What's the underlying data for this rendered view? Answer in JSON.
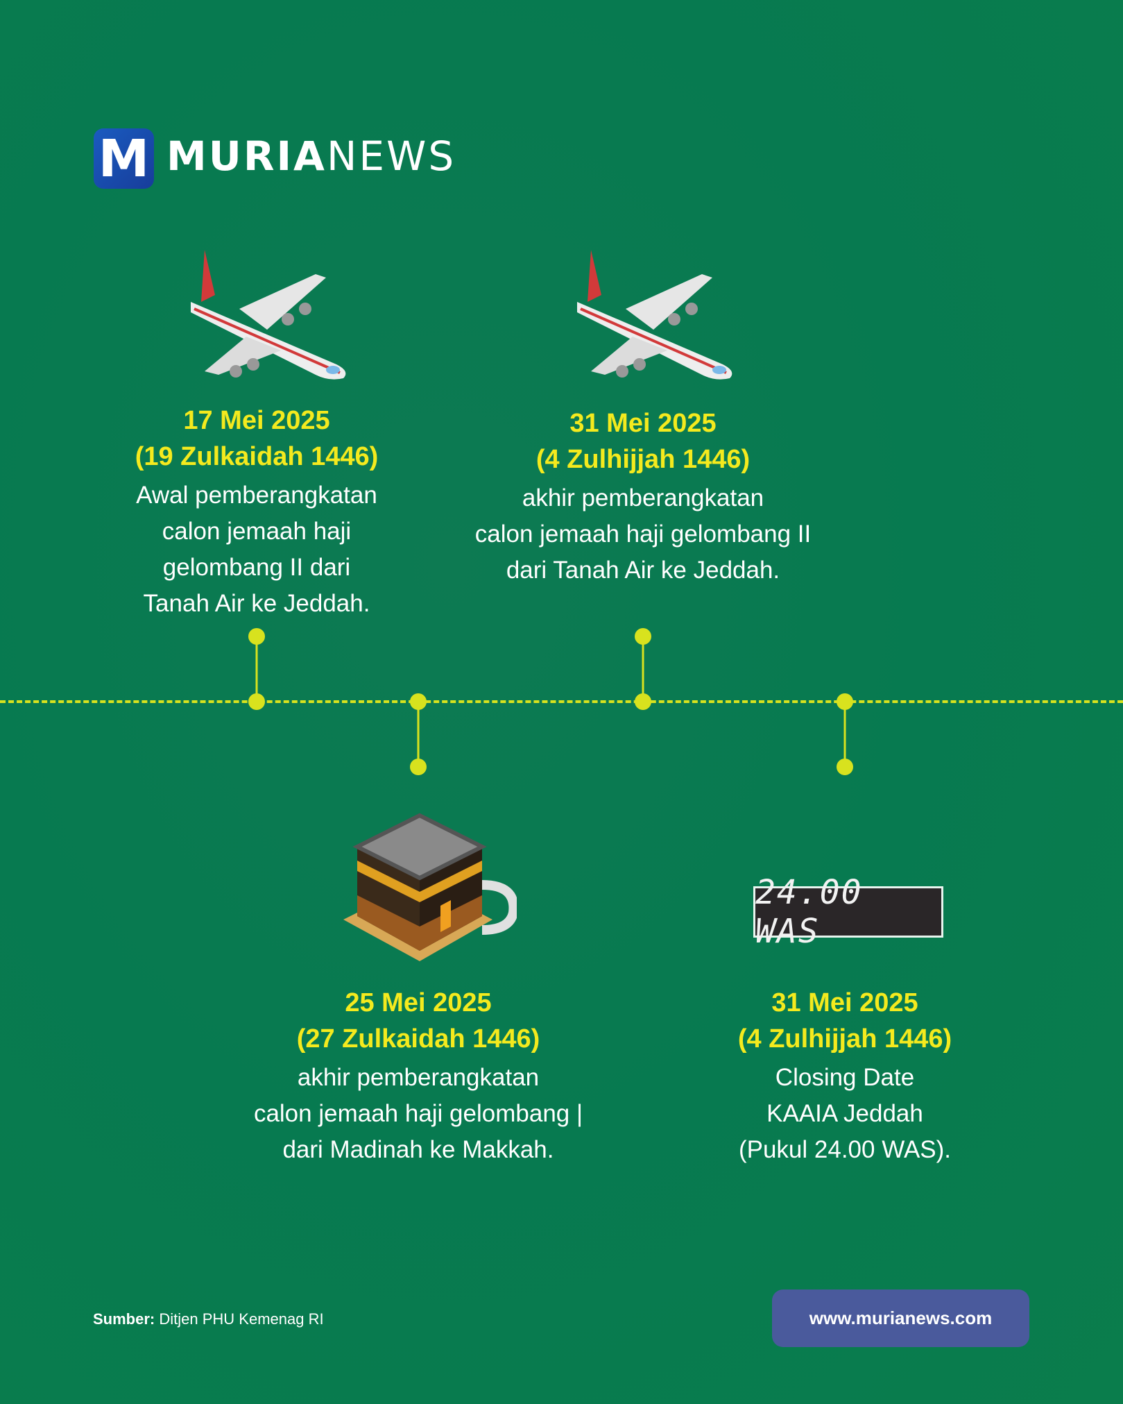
{
  "brand": {
    "logo_letter": "M",
    "name_bold": "MURIA",
    "name_light": "NEWS"
  },
  "events": [
    {
      "date": "17 Mei 2025",
      "hijri": "(19 Zulkaidah 1446)",
      "lines": [
        "Awal pemberangkatan",
        "calon jemaah haji",
        "gelombang II dari",
        "Tanah Air ke Jeddah."
      ],
      "icon": "airplane-icon"
    },
    {
      "date": "31 Mei 2025",
      "hijri": "(4 Zulhijjah 1446)",
      "lines": [
        "akhir pemberangkatan",
        "calon jemaah haji gelombang II",
        "dari Tanah Air ke Jeddah."
      ],
      "icon": "airplane-icon"
    },
    {
      "date": "25 Mei 2025",
      "hijri": "(27 Zulkaidah 1446)",
      "lines": [
        "akhir pemberangkatan",
        "calon jemaah haji gelombang |",
        "dari Madinah ke Makkah."
      ],
      "icon": "kaaba-icon"
    },
    {
      "date": "31 Mei 2025",
      "hijri": "(4 Zulhijjah 1446)",
      "lines": [
        "Closing Date",
        "KAAIA Jeddah",
        "(Pukul 24.00 WAS)."
      ],
      "icon": "digital-clock-icon",
      "clock": "24.00 WAS"
    }
  ],
  "footer": {
    "source_label": "Sumber:",
    "source_value": "Ditjen PHU Kemenag RI",
    "website": "www.murianews.com"
  },
  "colors": {
    "background": "#077a50",
    "accent": "#f4ea1e",
    "timeline": "#d8e21e",
    "button": "#4a5a9c"
  }
}
